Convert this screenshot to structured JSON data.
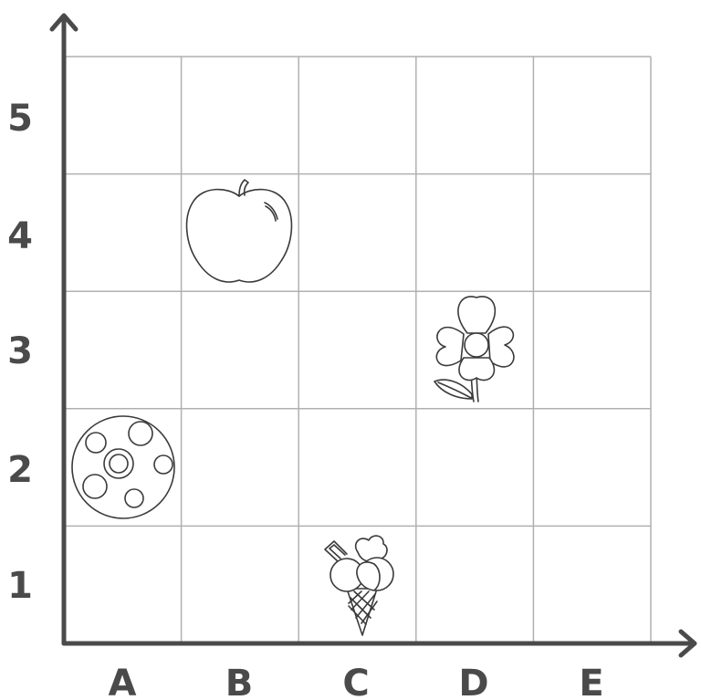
{
  "grid": {
    "columns": [
      "A",
      "B",
      "C",
      "D",
      "E"
    ],
    "rows": [
      "1",
      "2",
      "3",
      "4",
      "5"
    ]
  },
  "items": [
    {
      "name": "apple",
      "column": "B",
      "row": "4"
    },
    {
      "name": "flower",
      "column": "D",
      "row": "3"
    },
    {
      "name": "cookie",
      "column": "A",
      "row": "2"
    },
    {
      "name": "ice-cream",
      "column": "C",
      "row": "1"
    }
  ],
  "colors": {
    "axis": "#4a4a4a",
    "grid": "#b0b0b0",
    "drawing": "#3a3a3a"
  }
}
